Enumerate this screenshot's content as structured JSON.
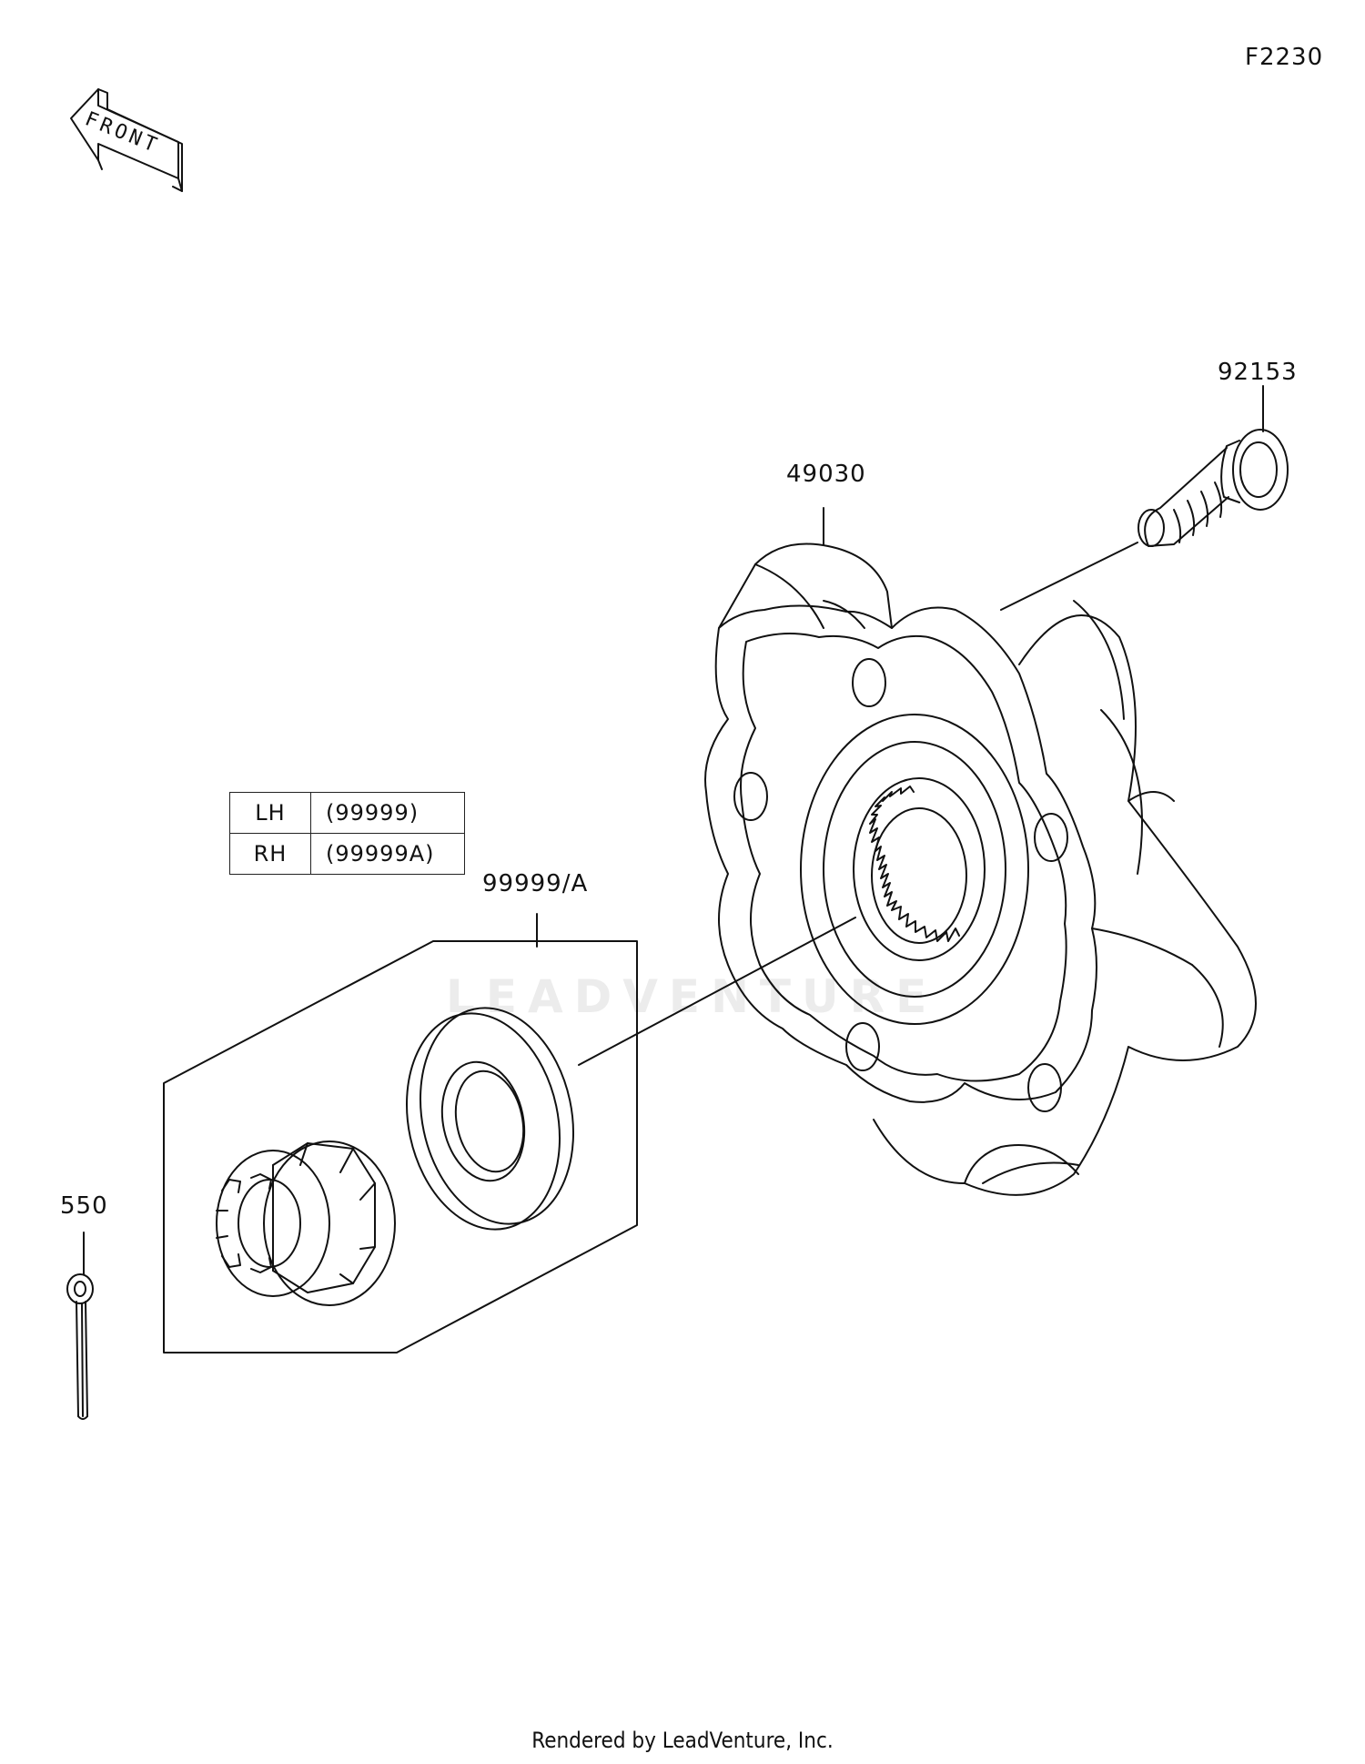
{
  "diagram_code": "F2230",
  "front_arrow": {
    "text": "FRONT"
  },
  "parts": {
    "bolt": "92153",
    "hub": "49030",
    "nut_washer": "99999/A",
    "cotter_pin": "550"
  },
  "side_table": [
    {
      "side": "LH",
      "code": "(99999)"
    },
    {
      "side": "RH",
      "code": "(99999A)"
    }
  ],
  "watermark": "LEADVENTURE",
  "footer": "Rendered by LeadVenture, Inc."
}
